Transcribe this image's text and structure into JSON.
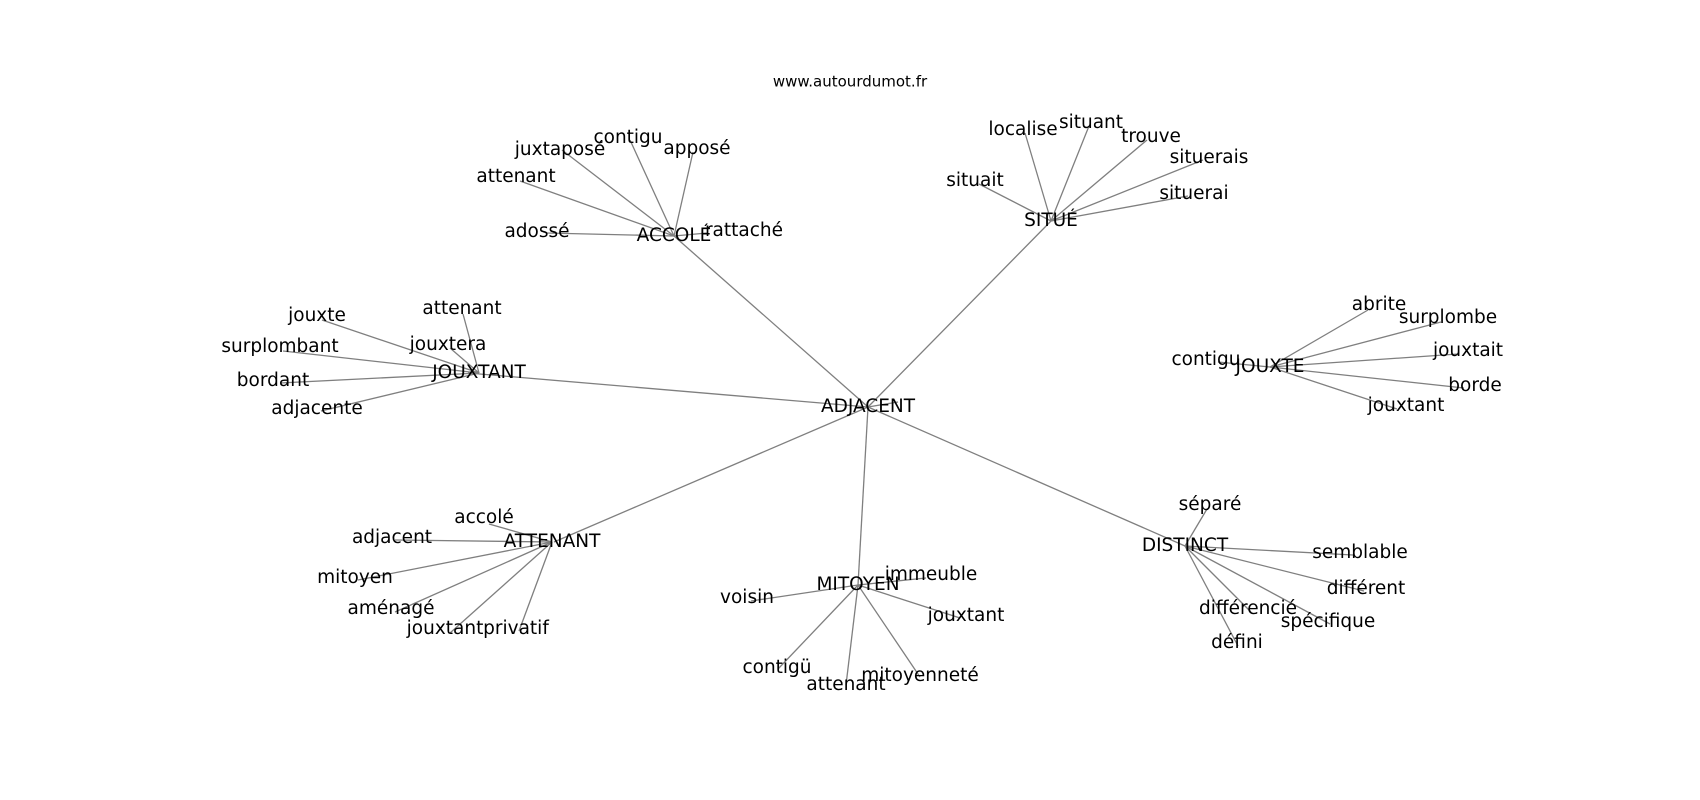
{
  "site": "www.autourdumot.fr",
  "root": "ADJACENT",
  "hubs": [
    {
      "label": "ACCOLÉ",
      "leaves": [
        "juxtaposé",
        "contigu",
        "apposé",
        "attenant",
        "adossé",
        "rattaché"
      ]
    },
    {
      "label": "SITUÉ",
      "leaves": [
        "localise",
        "situant",
        "trouve",
        "situerais",
        "situait",
        "situerai"
      ]
    },
    {
      "label": "JOUXTANT",
      "leaves": [
        "attenant",
        "jouxte",
        "jouxtera",
        "surplombant",
        "bordant",
        "adjacente"
      ]
    },
    {
      "label": "JOUXTE",
      "leaves": [
        "abrite",
        "surplombe",
        "contigu",
        "jouxtait",
        "borde",
        "jouxtant"
      ]
    },
    {
      "label": "ATTENANT",
      "leaves": [
        "accolé",
        "adjacent",
        "mitoyen",
        "aménagé",
        "jouxtant",
        "privatif"
      ]
    },
    {
      "label": "MITOYEN",
      "leaves": [
        "immeuble",
        "voisin",
        "jouxtant",
        "contigü",
        "attenant",
        "mitoyenneté"
      ]
    },
    {
      "label": "DISTINCT",
      "leaves": [
        "séparé",
        "semblable",
        "différent",
        "différencié",
        "spécifique",
        "défini"
      ]
    }
  ]
}
